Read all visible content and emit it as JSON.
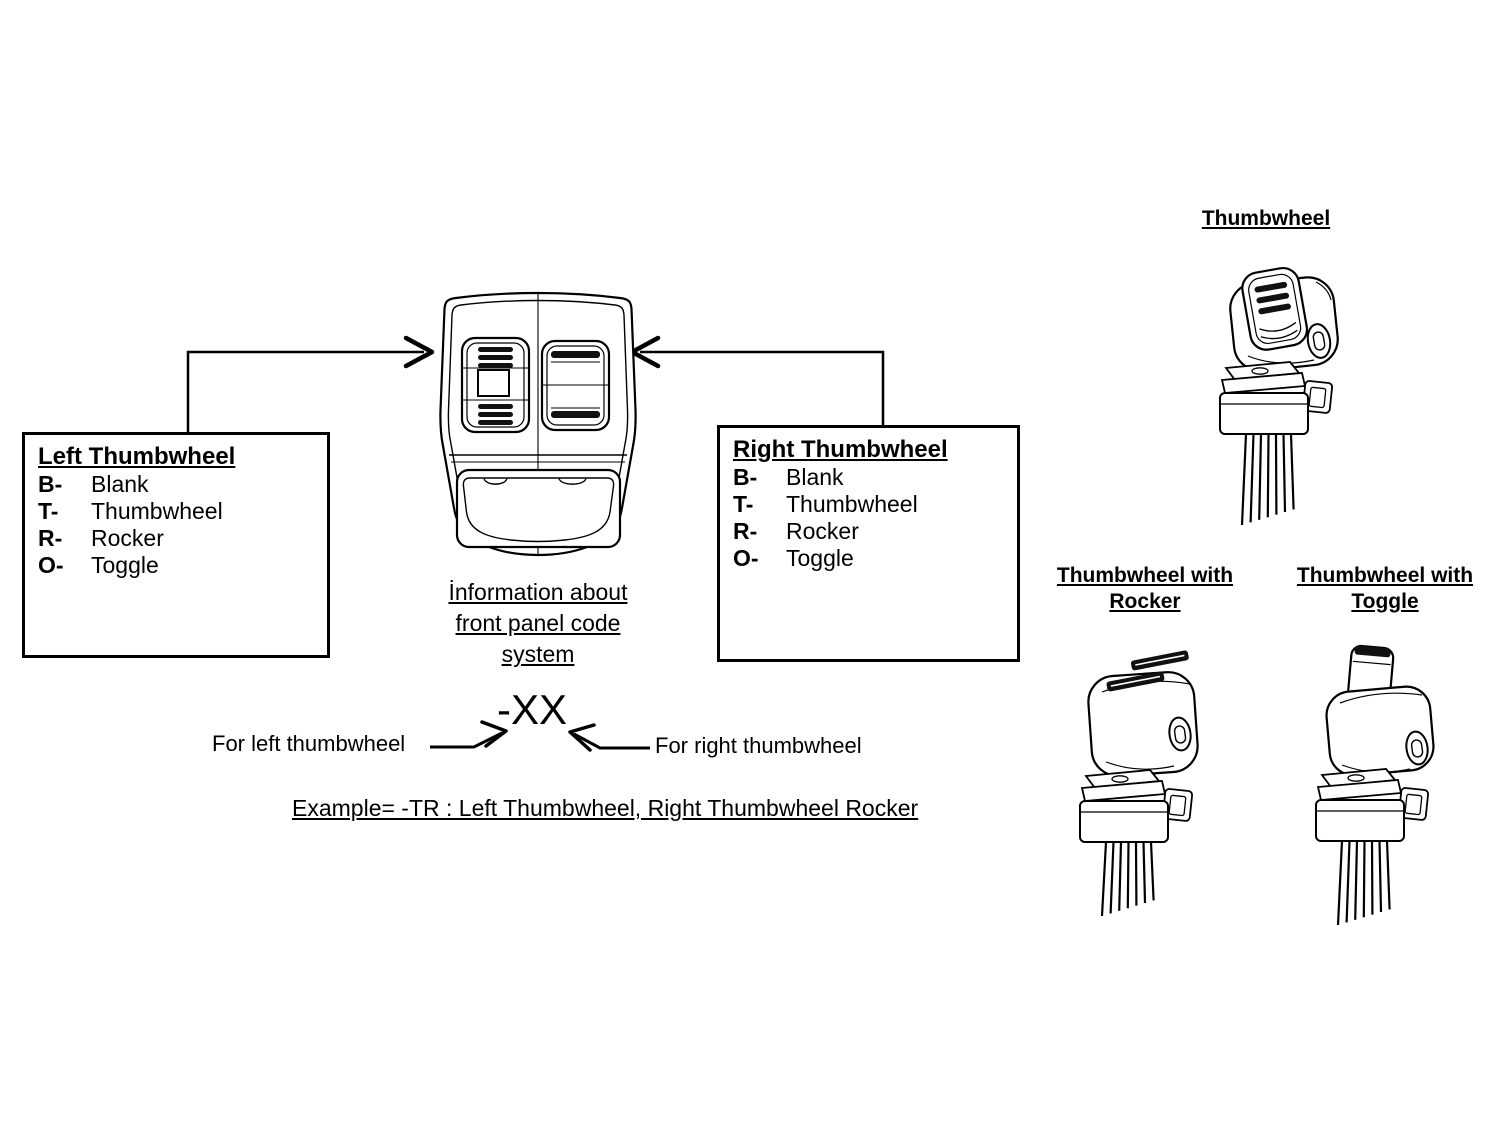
{
  "diagram": {
    "colors": {
      "background": "#ffffff",
      "line": "#000000",
      "dark_fill": "#111111"
    },
    "left_box": {
      "title": "Left Thumbwheel",
      "items": [
        {
          "code": "B-",
          "label": "Blank"
        },
        {
          "code": "T-",
          "label": "Thumbwheel"
        },
        {
          "code": "R-",
          "label": "Rocker"
        },
        {
          "code": "O-",
          "label": "Toggle"
        }
      ]
    },
    "right_box": {
      "title": "Right Thumbwheel",
      "items": [
        {
          "code": "B-",
          "label": "Blank"
        },
        {
          "code": "T-",
          "label": "Thumbwheel"
        },
        {
          "code": "R-",
          "label": "Rocker"
        },
        {
          "code": "O-",
          "label": "Toggle"
        }
      ]
    },
    "center_caption": {
      "lines": [
        "İnformation about",
        "front panel code",
        "system"
      ]
    },
    "code_system": {
      "code": "-XX",
      "left_label": "For left thumbwheel",
      "right_label": "For right thumbwheel",
      "example": "Example= -TR : Left Thumbwheel, Right Thumbwheel Rocker"
    },
    "component_labels": {
      "thumbwheel": "Thumbwheel",
      "thumbwheel_rocker": {
        "line1": "Thumbwheel with",
        "line2": "Rocker"
      },
      "thumbwheel_toggle": {
        "line1": "Thumbwheel with",
        "line2": "Toggle"
      }
    }
  }
}
